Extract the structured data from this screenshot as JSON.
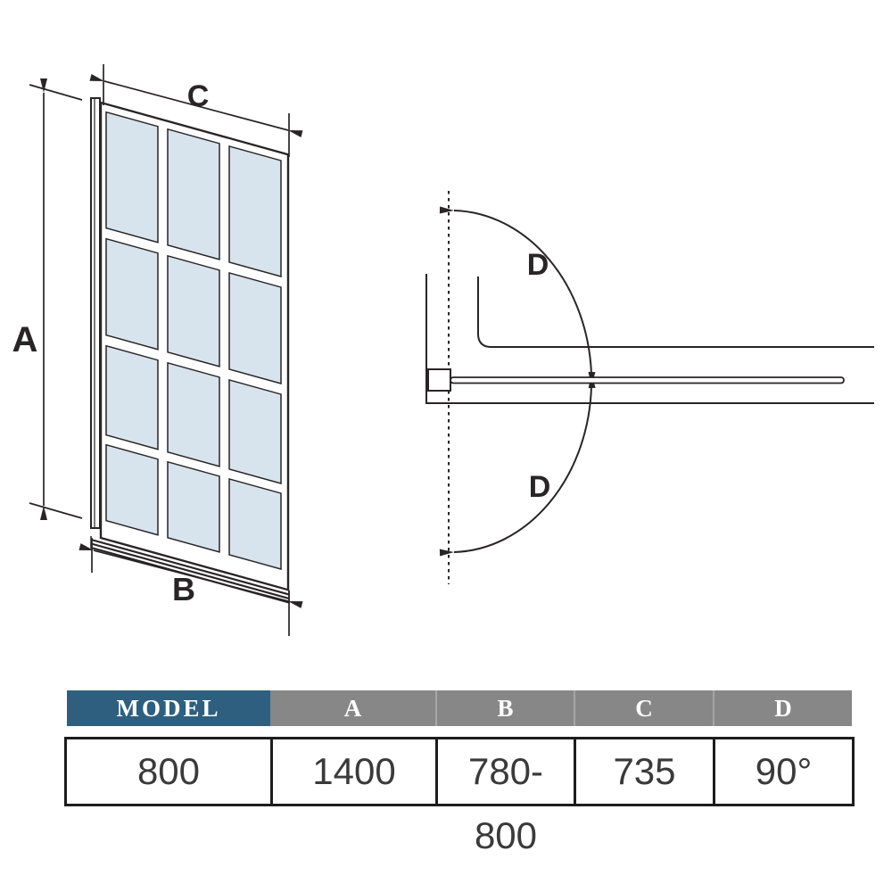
{
  "front_view": {
    "labels": {
      "a": "A",
      "b": "B",
      "c": "C"
    },
    "grid": {
      "columns": 3,
      "rows": 4
    }
  },
  "plan_view": {
    "labels": {
      "d_upper": "D",
      "d_lower": "D"
    }
  },
  "spec_table": {
    "headers": [
      "MODEL",
      "A",
      "B",
      "C",
      "D"
    ],
    "values": [
      "800",
      "1400",
      "780-800",
      "735",
      "90°"
    ]
  },
  "colors": {
    "line": "#292425",
    "glass": "#d7e3ed",
    "model_header_bg": "#2e5f7f",
    "header_bg": "#878787",
    "header_text": "#ffffff",
    "value_text": "#3a3a3a"
  }
}
